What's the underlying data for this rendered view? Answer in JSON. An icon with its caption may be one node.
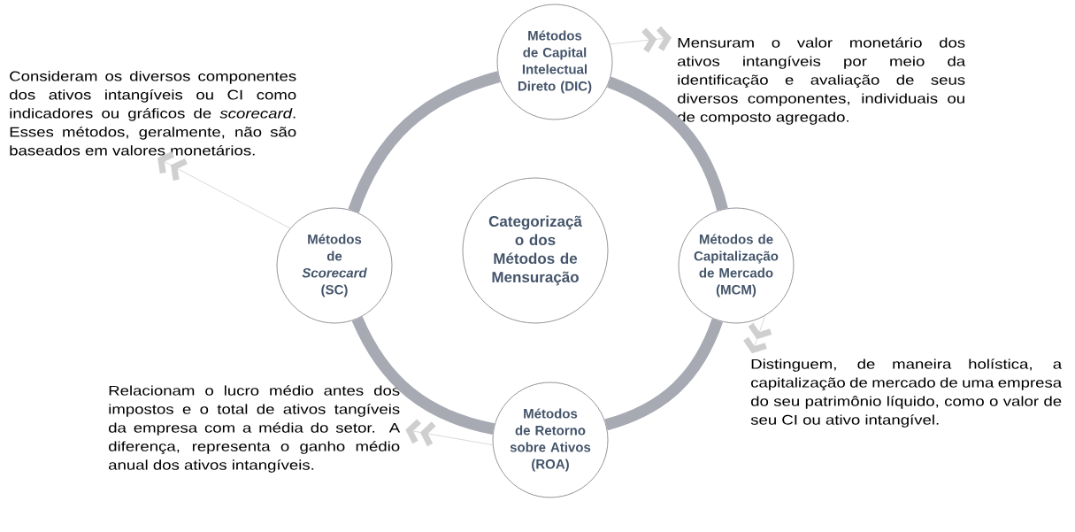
{
  "diagram": {
    "nodes": [
      {
        "text": [
          "Métodos de Capital Intelectual Direto (DIC)"
        ]
      },
      {
        "text": [
          "Mensuram o valor monetário dos ativos intangíveis por meio da identificação e avaliação de seus diversos componentes, individuais ou de composto agregado."
        ]
      },
      {
        "text": [
          "Consideram os diversos componentes dos ativos intangíveis ou CI como indicadores ou gráficos de *scorecard*. Esses métodos, geralmente, não são baseados em valores monetários."
        ]
      },
      {
        "text": [
          "Métodos de *Scorecard* (SC)"
        ]
      },
      {
        "text": [
          "Categorizaçã o dos Métodos de Mensuração"
        ]
      },
      {
        "text": [
          "Métodos de Capitalização de Mercado (MCM)"
        ]
      },
      {
        "text": [
          "Distinguem, de maneira holística, a capitalização de mercado de uma empresa do seu patrimônio líquido, como o valor de seu CI ou ativo intangível."
        ]
      },
      {
        "text": [
          "Relacionam o lucro médio antes dos impostos e o total de ativos tangíveis da empresa com a média do setor. A diferença, representa o ganho médio anual dos ativos intangíveis."
        ]
      },
      {
        "text": [
          "Métodos de Retorno sobre Ativos (ROA)"
        ]
      }
    ],
    "edges": [
      {
        "from": 0,
        "to": 5,
        "arrow": "none",
        "style": "thick",
        "color": "#a7a9b3"
      },
      {
        "from": 5,
        "to": 8,
        "arrow": "none",
        "style": "thick",
        "color": "#a7a9b3"
      },
      {
        "from": 8,
        "to": 3,
        "arrow": "none",
        "style": "thick",
        "color": "#a7a9b3"
      },
      {
        "from": 3,
        "to": 0,
        "arrow": "none",
        "style": "thick",
        "color": "#a7a9b3"
      },
      {
        "from": 0,
        "to": 1,
        "arrow": "to",
        "color": "#cfcfcf"
      },
      {
        "from": 3,
        "to": 2,
        "arrow": "to",
        "color": "#cfcfcf"
      },
      {
        "from": 5,
        "to": 6,
        "arrow": "to",
        "color": "#cfcfcf"
      },
      {
        "from": 8,
        "to": 7,
        "arrow": "to",
        "color": "#cfcfcf"
      }
    ]
  }
}
